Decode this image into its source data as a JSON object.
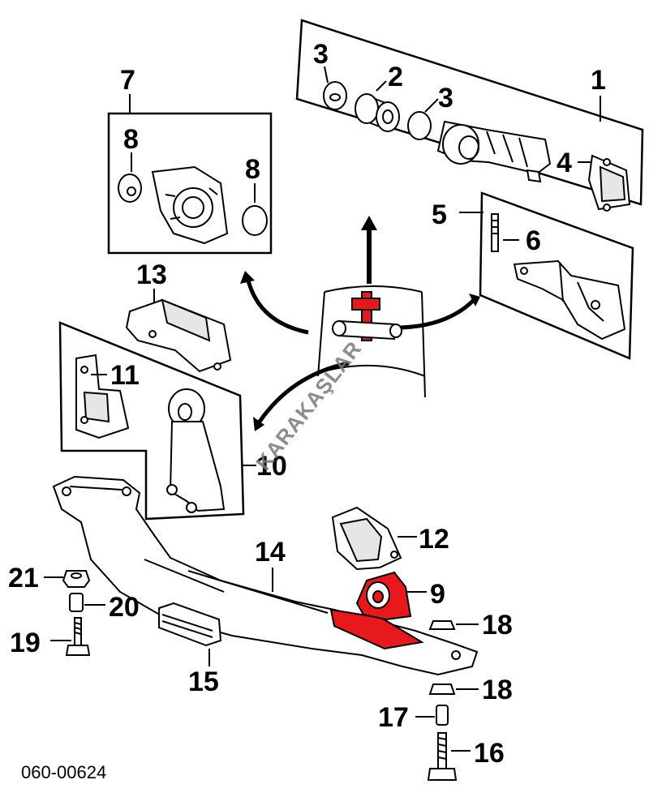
{
  "diagram": {
    "callouts": {
      "c1": "1",
      "c2": "2",
      "c3a": "3",
      "c3b": "3",
      "c4": "4",
      "c5": "5",
      "c6": "6",
      "c7": "7",
      "c8a": "8",
      "c8b": "8",
      "c9": "9",
      "c10": "10",
      "c11": "11",
      "c12": "12",
      "c13": "13",
      "c14": "14",
      "c15": "15",
      "c16": "16",
      "c17": "17",
      "c18a": "18",
      "c18b": "18",
      "c19": "19",
      "c20": "20",
      "c21": "21"
    },
    "figure_code": "060-00624",
    "watermark": "KARAKAŞLAR",
    "colors": {
      "highlight": "#e8191d",
      "line": "#000000",
      "watermark": "#7a7a7a"
    }
  }
}
